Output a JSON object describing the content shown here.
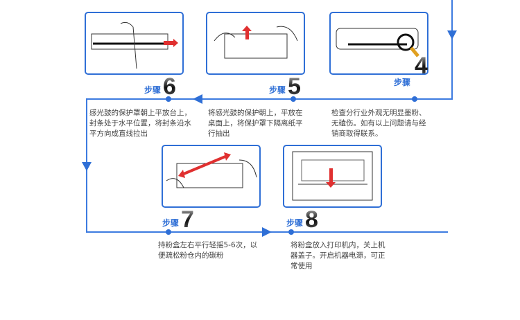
{
  "steps": [
    {
      "label": "步骤",
      "number": "6",
      "text": "感光鼓的保护罩朝上平放台上，封条处于水平位置，将封条沿水平方向成直线拉出"
    },
    {
      "label": "步骤",
      "number": "5",
      "text": "将感光鼓的保护朝上，平放在桌面上，将保护罩下隔离纸平行抽出"
    },
    {
      "label": "步骤",
      "number": "4",
      "text": "检查分行业外观无明显墨粉、无磕伤。如有以上问题请与经销商取得联系。"
    },
    {
      "label": "步骤",
      "number": "7",
      "text": "持粉盒左右平行轻摇5-6次，以便疏松粉仓内的碳粉"
    },
    {
      "label": "步骤",
      "number": "8",
      "text": "将粉盒放入打印机内，关上机器盖子。开启机器电源，可正常使用"
    }
  ],
  "colors": {
    "accent": "#2f6fd6",
    "arrow_red": "#e03030"
  }
}
